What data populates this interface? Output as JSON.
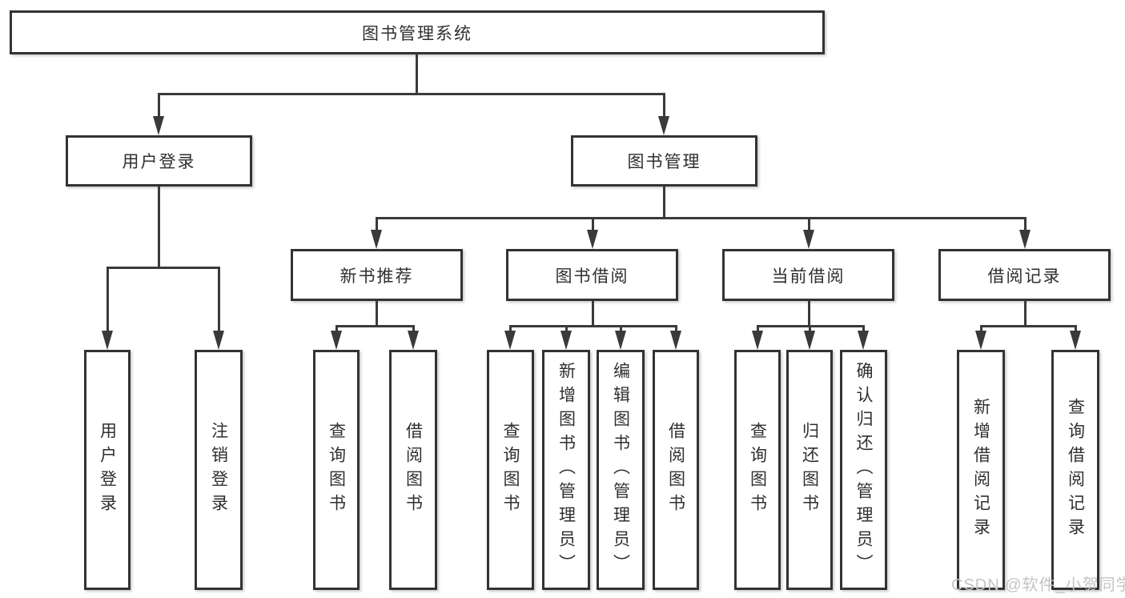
{
  "diagram": {
    "root": {
      "label": "图书管理系统"
    },
    "branches": [
      {
        "label": "用户登录",
        "children": [
          {
            "label": "用户登录"
          },
          {
            "label": "注销登录"
          }
        ]
      },
      {
        "label": "图书管理",
        "children": [
          {
            "label": "新书推荐",
            "children": [
              {
                "label": "查询图书"
              },
              {
                "label": "借阅图书"
              }
            ]
          },
          {
            "label": "图书借阅",
            "children": [
              {
                "label": "查询图书"
              },
              {
                "label": "新增图书（管理员）"
              },
              {
                "label": "编辑图书（管理员）"
              },
              {
                "label": "借阅图书"
              }
            ]
          },
          {
            "label": "当前借阅",
            "children": [
              {
                "label": "查询图书"
              },
              {
                "label": "归还图书"
              },
              {
                "label": "确认归还（管理员）"
              }
            ]
          },
          {
            "label": "借阅记录",
            "children": [
              {
                "label": "新增借阅记录"
              },
              {
                "label": "查询借阅记录"
              }
            ]
          }
        ]
      }
    ]
  },
  "watermark": {
    "text": "CSDN @软件_小贺同学"
  },
  "colors": {
    "line": "#3a3a3a",
    "border": "#333333",
    "text": "#2f2f2f",
    "background": "#ffffff",
    "watermark": "#c4c4c4"
  }
}
